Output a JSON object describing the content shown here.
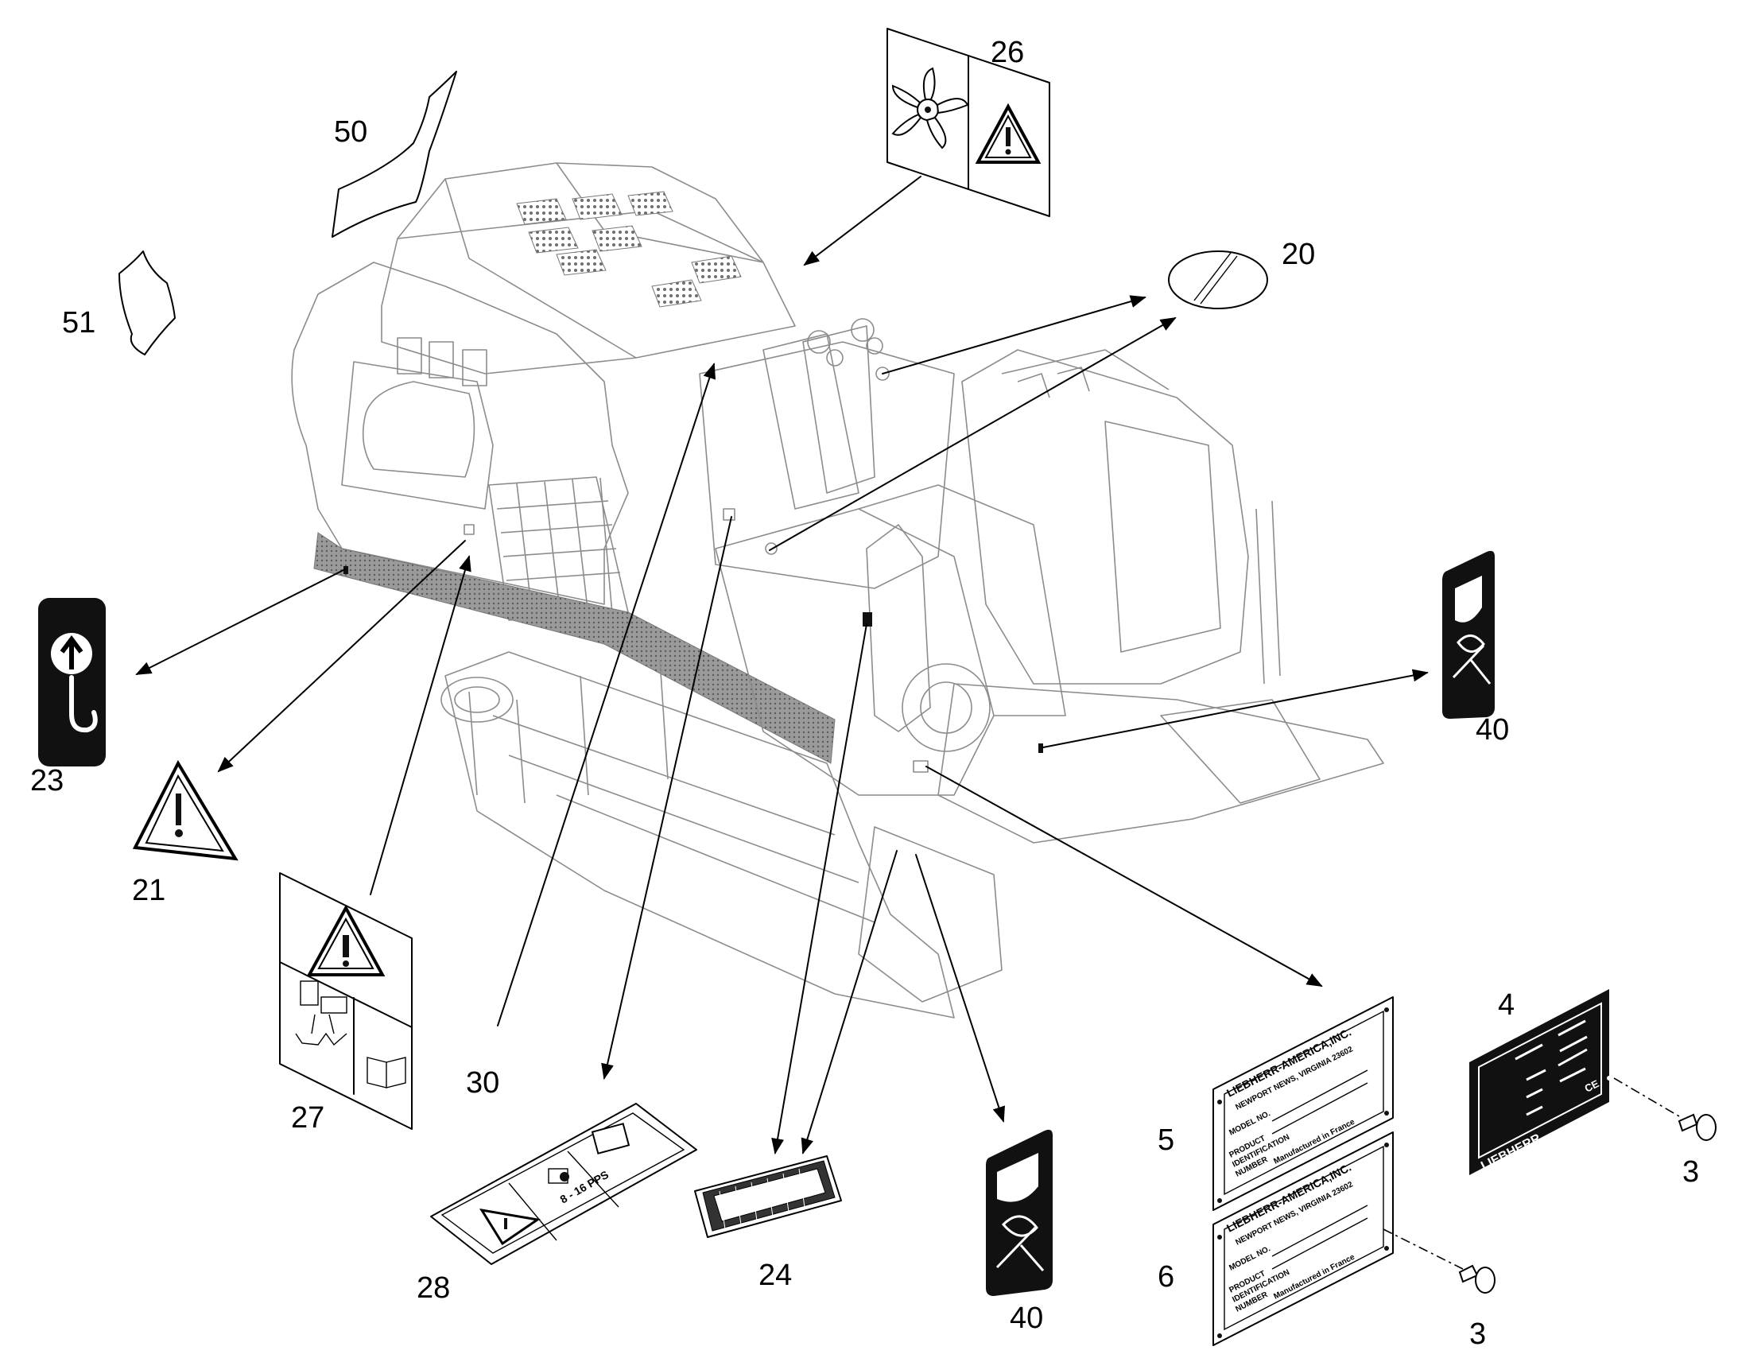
{
  "callouts": {
    "c3a": "3",
    "c3b": "3",
    "c4": "4",
    "c5": "5",
    "c6": "6",
    "c20": "20",
    "c21": "21",
    "c23": "23",
    "c24": "24",
    "c26": "26",
    "c27": "27",
    "c28": "28",
    "c30": "30",
    "c40a": "40",
    "c40b": "40",
    "c50": "50",
    "c51": "51"
  },
  "plates": {
    "company": "LIEBHERR-AMERICA,INC.",
    "city": "NEWPORT NEWS, VIRGINIA 23602",
    "model": "MODEL NO.",
    "pin1": "PRODUCT",
    "pin2": "IDENTIFICATION",
    "pin3": "NUMBER",
    "made": "Manufactured in France",
    "brand": "LIEBHERR",
    "ce": "CE"
  },
  "decal28": {
    "rpm": "8 - 16 PPS"
  },
  "colors": {
    "ink": "#000000",
    "machine_outline": "#8c8c8c",
    "decal_fill": "#111111"
  }
}
